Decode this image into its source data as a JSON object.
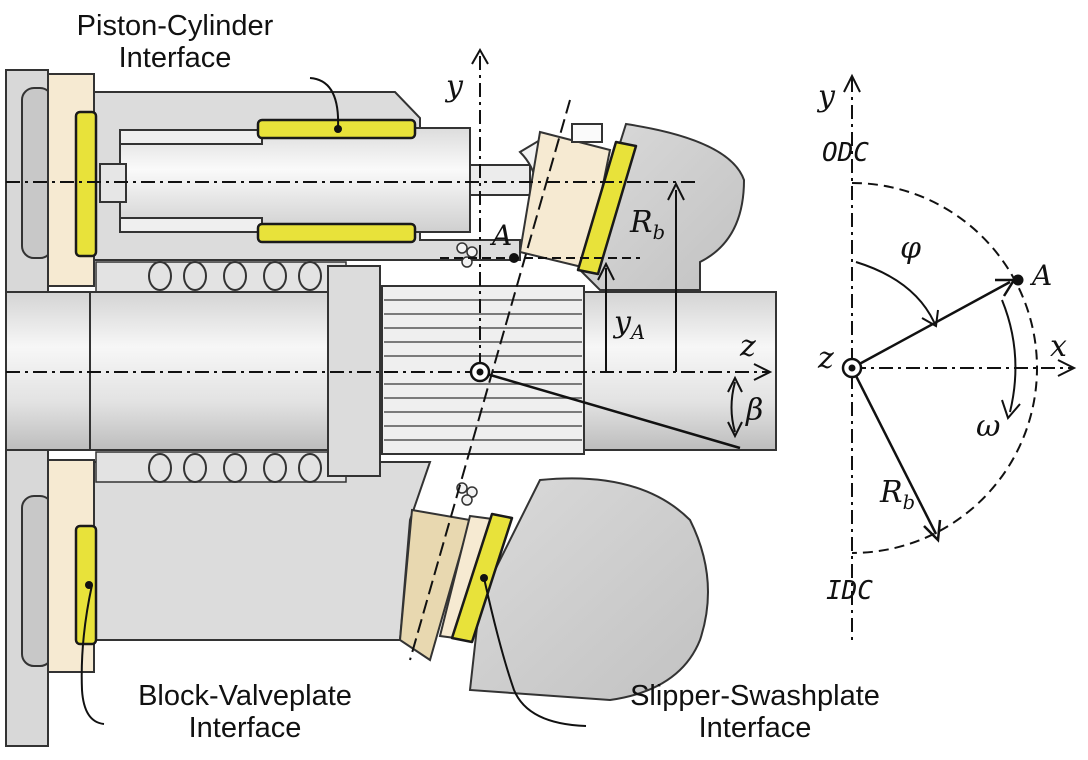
{
  "labels": {
    "piston_cylinder": [
      "Piston-Cylinder",
      "Interface"
    ],
    "block_valveplate": [
      "Block-Valveplate",
      "Interface"
    ],
    "slipper_swashplate": [
      "Slipper-Swashplate",
      "Interface"
    ]
  },
  "symbols": {
    "y": "y",
    "z": "z",
    "x": "x",
    "A": "A",
    "R": "R",
    "R_sub": "b",
    "y_A": "y",
    "y_A_sub": "A",
    "beta": "β",
    "phi": "φ",
    "omega": "ω",
    "odc": "ODC",
    "idc": "IDC"
  },
  "colors": {
    "interface_fill": "#e8e23a",
    "interface_stroke": "#1a1a1a",
    "housing": "#e2e2e2",
    "housing_dark": "#c9c9c9",
    "valveplate": "#f6ead2",
    "metal_light": "#f0f0f0"
  }
}
